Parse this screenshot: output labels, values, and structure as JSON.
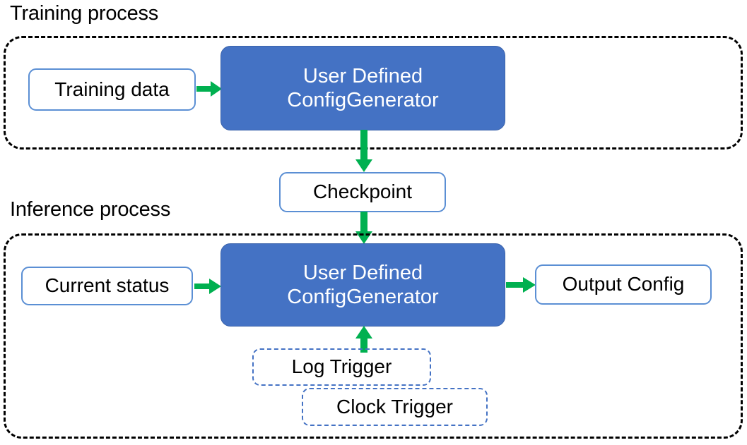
{
  "diagram": {
    "title_training": "Training process",
    "title_inference": "Inference process",
    "colors": {
      "process_fill": "#4472C4",
      "arrow_green": "#00B050",
      "data_border": "#5B8FD4",
      "trigger_border": "#4472C4",
      "group_border": "#000000",
      "process_text": "#FFFFFF",
      "data_text": "#000000"
    }
  },
  "training": {
    "label": "Training process",
    "nodes": {
      "training_data": "Training data",
      "config_generator": "User Defined\nConfigGenerator",
      "config_generator_line1": "User Defined",
      "config_generator_line2": "ConfigGenerator"
    }
  },
  "bridge": {
    "checkpoint": "Checkpoint"
  },
  "inference": {
    "label": "Inference process",
    "nodes": {
      "current_status": "Current status",
      "config_generator_line1": "User Defined",
      "config_generator_line2": "ConfigGenerator",
      "output_config": "Output Config",
      "log_trigger": "Log Trigger",
      "clock_trigger": "Clock Trigger"
    }
  },
  "arrows": [
    {
      "name": "training-data-to-generator",
      "from": "Training data",
      "to": "User Defined ConfigGenerator",
      "direction": "right"
    },
    {
      "name": "generator-to-checkpoint",
      "from": "User Defined ConfigGenerator",
      "to": "Checkpoint",
      "direction": "down"
    },
    {
      "name": "checkpoint-to-inference-generator",
      "from": "Checkpoint",
      "to": "User Defined ConfigGenerator",
      "direction": "down"
    },
    {
      "name": "current-status-to-generator",
      "from": "Current status",
      "to": "User Defined ConfigGenerator",
      "direction": "right"
    },
    {
      "name": "generator-to-output-config",
      "from": "User Defined ConfigGenerator",
      "to": "Output Config",
      "direction": "right"
    },
    {
      "name": "triggers-to-generator",
      "from": "Log Trigger",
      "to": "User Defined ConfigGenerator",
      "direction": "up"
    }
  ]
}
